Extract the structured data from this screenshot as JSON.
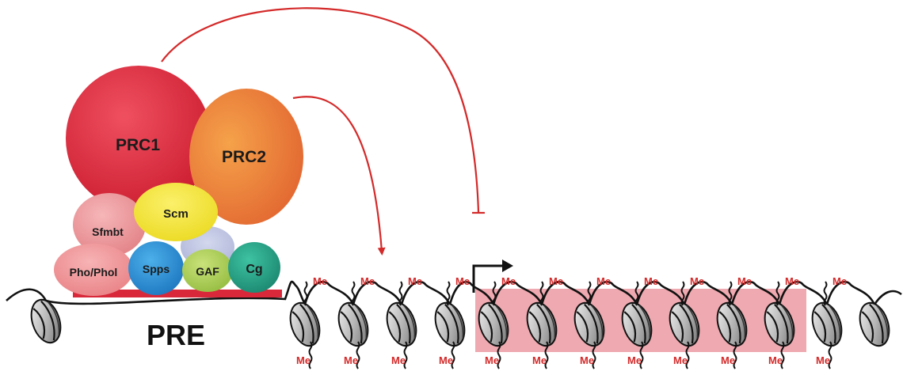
{
  "colors": {
    "prc1": "#d8283a",
    "prc2": "#e8743a",
    "sfmbt": "#e98a8e",
    "scm": "#f2e224",
    "phopho": "#ec8a8c",
    "spps": "#1f86cf",
    "gaf": "#a4c84a",
    "cg": "#1d9a80",
    "back": "#b9bfdd",
    "pre_bar": "#d8283a",
    "arrow": "#d42a2a",
    "me": "#d42a2a",
    "domain": "#ec9aa2",
    "chromatin": "#111111"
  },
  "complex": {
    "prc1": "PRC1",
    "prc2": "PRC2",
    "sfmbt": "Sfmbt",
    "scm": "Scm",
    "phopho": "Pho/Phol",
    "spps": "Spps",
    "gaf": "GAF",
    "cg": "Cg"
  },
  "pre_label": "PRE",
  "me_label": "Me"
}
